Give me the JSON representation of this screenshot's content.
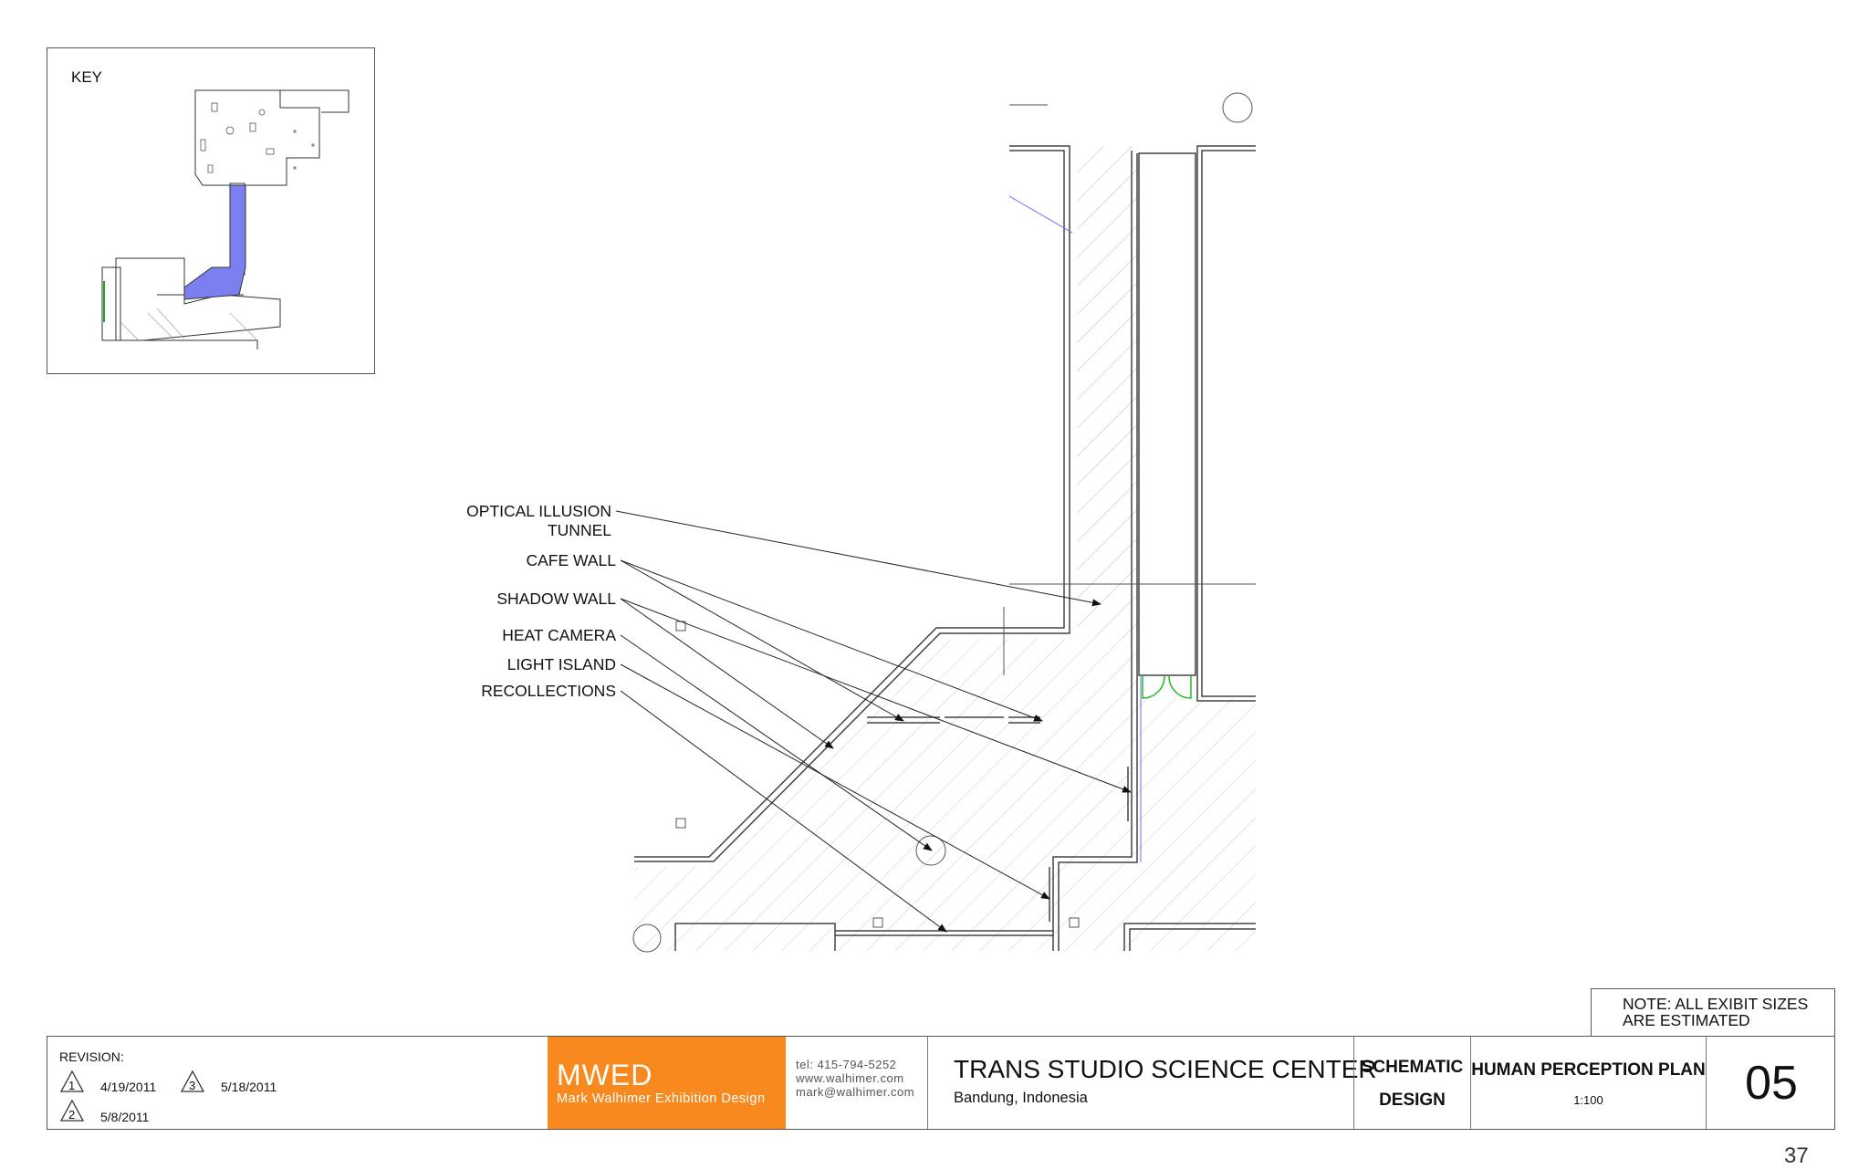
{
  "key": {
    "label": "KEY"
  },
  "callouts": [
    {
      "id": "optical-illusion-tunnel",
      "line1": "OPTICAL ILLUSION",
      "line2": "TUNNEL"
    },
    {
      "id": "cafe-wall",
      "line1": "CAFE WALL"
    },
    {
      "id": "shadow-wall",
      "line1": "SHADOW WALL"
    },
    {
      "id": "heat-camera",
      "line1": "HEAT CAMERA"
    },
    {
      "id": "light-island",
      "line1": "LIGHT ISLAND"
    },
    {
      "id": "recollections",
      "line1": "RECOLLECTIONS"
    }
  ],
  "note": {
    "line1": "NOTE: ALL EXIBIT SIZES",
    "line2": "ARE ESTIMATED"
  },
  "title_block": {
    "revision_label": "REVISION:",
    "revisions": [
      {
        "num": "1",
        "date": "4/19/2011"
      },
      {
        "num": "2",
        "date": "5/8/2011"
      },
      {
        "num": "3",
        "date": "5/18/2011"
      }
    ],
    "logo_main": "MWED",
    "logo_sub": "Mark Walhimer Exhibition Design",
    "tel": "tel: 415-794-5252",
    "web": "www.walhimer.com",
    "email": "mark@walhimer.com",
    "project_title": "TRANS STUDIO SCIENCE CENTER",
    "project_location": "Bandung, Indonesia",
    "phase_line1": "SCHEMATIC",
    "phase_line2": "DESIGN",
    "sheet_title": "HUMAN PERCEPTION PLAN",
    "sheet_scale": "1:100",
    "sheet_number": "05"
  },
  "page_number": "37",
  "colors": {
    "accent": "#f7891f",
    "highlight": "#7b7ff0",
    "door": "#22bb22"
  }
}
